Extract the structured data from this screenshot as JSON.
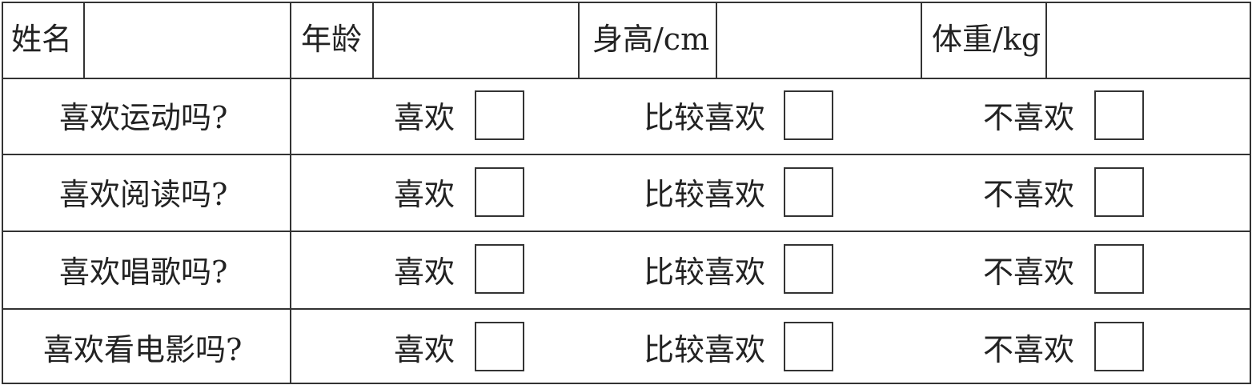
{
  "header": {
    "name_label": "姓名",
    "age_label": "年龄",
    "height_label": "身高/cm",
    "weight_label": "体重/kg",
    "name_value": "",
    "age_value": "",
    "height_value": "",
    "weight_value": ""
  },
  "options": {
    "like": "喜欢",
    "somewhat_like": "比较喜欢",
    "dislike": "不喜欢"
  },
  "questions": [
    {
      "text": "喜欢运动吗?"
    },
    {
      "text": "喜欢阅读吗?"
    },
    {
      "text": "喜欢唱歌吗?"
    },
    {
      "text": "喜欢看电影吗?"
    }
  ]
}
